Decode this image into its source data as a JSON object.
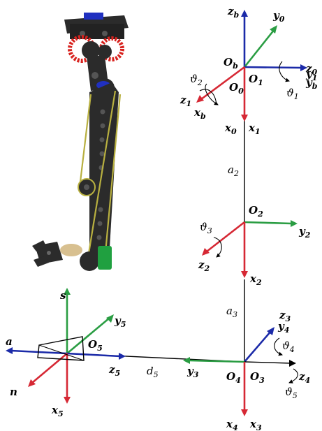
{
  "colors": {
    "x_axis": "#d62834",
    "y_axis": "#2a9d43",
    "z_axis": "#1b2aa8",
    "link": "#000000",
    "robot_body": "#2b2b2b",
    "robot_accent_red": "#d8221e",
    "robot_accent_blue": "#2030c0",
    "robot_belt": "#b8b040",
    "robot_green": "#20a040",
    "robot_tan": "#d8c090"
  },
  "frames": {
    "b": {
      "origin": "O",
      "origin_sub": "b",
      "x": "x",
      "x_sub": "b",
      "y": "y",
      "y_sub": "b",
      "z": "z",
      "z_sub": "b"
    },
    "0": {
      "origin": "O",
      "origin_sub": "0",
      "x": "x",
      "x_sub": "0",
      "y": "y",
      "y_sub": "0",
      "z": "z",
      "z_sub": "0"
    },
    "1": {
      "origin": "O",
      "origin_sub": "1",
      "x": "x",
      "x_sub": "1",
      "y": "y",
      "y_sub": "1",
      "z": "z",
      "z_sub": "1"
    },
    "2": {
      "origin": "O",
      "origin_sub": "2",
      "x": "x",
      "x_sub": "2",
      "y": "y",
      "y_sub": "2",
      "z": "z",
      "z_sub": "2"
    },
    "3": {
      "origin": "O",
      "origin_sub": "3",
      "x": "x",
      "x_sub": "3",
      "y": "y",
      "y_sub": "3",
      "z": "z",
      "z_sub": "3"
    },
    "4": {
      "origin": "O",
      "origin_sub": "4",
      "x": "x",
      "x_sub": "4",
      "y": "y",
      "y_sub": "4",
      "z": "z",
      "z_sub": "4"
    },
    "5": {
      "origin": "O",
      "origin_sub": "5",
      "x": "x",
      "x_sub": "5",
      "y": "y",
      "y_sub": "5",
      "z": "z",
      "z_sub": "5"
    }
  },
  "joint_angles": {
    "theta1": {
      "sym": "ϑ",
      "sub": "1"
    },
    "theta2": {
      "sym": "ϑ",
      "sub": "2"
    },
    "theta3": {
      "sym": "ϑ",
      "sub": "3"
    },
    "theta4": {
      "sym": "ϑ",
      "sub": "4"
    },
    "theta5": {
      "sym": "ϑ",
      "sub": "5"
    }
  },
  "link_params": {
    "a2": {
      "sym": "a",
      "sub": "2"
    },
    "a3": {
      "sym": "a",
      "sub": "3"
    },
    "d5": {
      "sym": "d",
      "sub": "5"
    }
  },
  "end_effector": {
    "s": "s",
    "a": "a",
    "n": "n"
  }
}
